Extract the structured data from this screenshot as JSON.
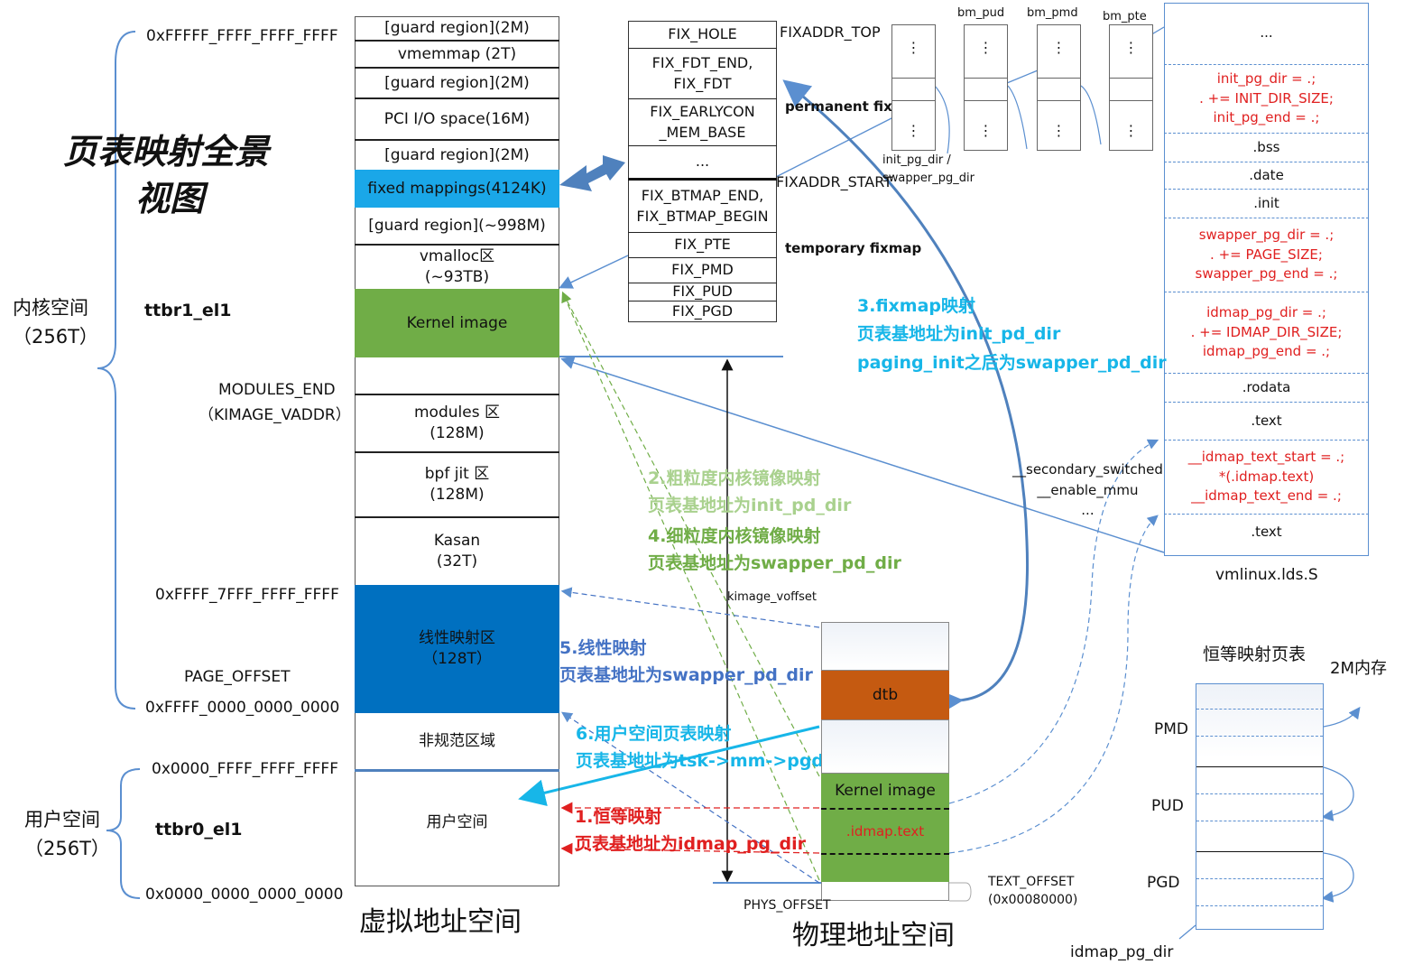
{
  "title_line1": "页表映射全景",
  "title_line2": "视图",
  "kernel_space": {
    "label": "内核空间",
    "size": "（256T）",
    "reg": "ttbr1_el1"
  },
  "user_space": {
    "label": "用户空间",
    "size": "（256T）",
    "reg": "ttbr0_el1"
  },
  "addresses": {
    "top": "0xFFFFF_FFFF_FFFF_FFFF",
    "modules_end": "MODULES_END",
    "kimage_vaddr": "（KIMAGE_VADDR）",
    "linear_top": "0xFFFF_7FFF_FFFF_FFFF",
    "page_offset": "PAGE_OFFSET",
    "kernel_bottom": "0xFFFF_0000_0000_0000",
    "user_top": "0x0000_FFFF_FFFF_FFFF",
    "user_bottom": "0x0000_0000_0000_0000"
  },
  "virtual_regions": [
    {
      "label": "[guard region](2M)",
      "color": "#eef2f8"
    },
    {
      "label": "vmemmap (2T)",
      "color": "#eef2f8"
    },
    {
      "label": "[guard region](2M)",
      "color": "#eef2f8"
    },
    {
      "label": "PCI I/O space(16M)",
      "color": "#eef2f8"
    },
    {
      "label": "[guard region](2M)",
      "color": "#eef2f8"
    },
    {
      "label": "fixed mappings(4124K)",
      "color": "#1aa7e8"
    },
    {
      "label": "[guard region](~998M)",
      "color": "#eef2f8"
    },
    {
      "label": "vmalloc区\n(~93TB)",
      "color": "#eef2f8"
    },
    {
      "label": "Kernel image",
      "color": "#70ad47"
    },
    {
      "label": "",
      "color": "#eef2f8"
    },
    {
      "label": "modules 区\n(128M)",
      "color": "#ffffff"
    },
    {
      "label": "bpf jit 区\n(128M)",
      "color": "#ffffff"
    },
    {
      "label": "Kasan\n(32T)",
      "color": "#ffffff"
    },
    {
      "label": "线性映射区\n（128T）",
      "color": "#0070c0"
    },
    {
      "label": "非规范区域",
      "color": "#ffffff"
    },
    {
      "label": "用户空间",
      "color": "#ffffff"
    }
  ],
  "virtual_caption": "虚拟地址空间",
  "fixmap": {
    "rows": [
      "FIX_HOLE",
      "FIX_FDT_END,\nFIX_FDT",
      "FIX_EARLYCON\n_MEM_BASE",
      "...",
      "FIX_BTMAP_END,\nFIX_BTMAP_BEGIN",
      "FIX_PTE",
      "FIX_PMD",
      "FIX_PUD",
      "FIX_PGD"
    ],
    "top_label": "FIXADDR_TOP",
    "permanent": "permanent fixm",
    "start_label": "FIXADDR_START",
    "temporary": "temporary fixmap"
  },
  "page_tables": {
    "levels": [
      "bm_pud",
      "bm_pmd",
      "bm_pte"
    ],
    "dots": "⋮",
    "caption": "init_pg_dir /\nswapper_pg_dir"
  },
  "lds": {
    "rows": [
      {
        "text": "...",
        "red": false
      },
      {
        "text": "init_pg_dir = .;\n. += INIT_DIR_SIZE;\ninit_pg_end = .;",
        "red": true
      },
      {
        "text": ".bss",
        "red": false
      },
      {
        "text": ".date",
        "red": false
      },
      {
        "text": ".init",
        "red": false
      },
      {
        "text": "swapper_pg_dir = .;\n. += PAGE_SIZE;\nswapper_pg_end = .;",
        "red": true
      },
      {
        "text": "idmap_pg_dir = .;\n. += IDMAP_DIR_SIZE;\nidmap_pg_end = .;",
        "red": true
      },
      {
        "text": ".rodata",
        "red": false
      },
      {
        "text": ".text",
        "red": false
      },
      {
        "text": "__idmap_text_start = .;\n*(.idmap.text)\n__idmap_text_end = .;",
        "red": true
      },
      {
        "text": ".text",
        "red": false
      }
    ],
    "caption": "vmlinux.lds.S"
  },
  "secondary": "__secondary_switched\n__enable_mmu\n...",
  "annotations": {
    "fixmap_map": "3.fixmap映射\n页表基地址为init_pd_dir\npaging_init之后为swapper_pd_dir",
    "coarse": "2.粗粒度内核镜像映射\n页表基地址为init_pd_dir",
    "fine": "4.细粒度内核镜像映射\n页表基地址为swapper_pd_dir",
    "kimage_voffset": "kimage_voffset",
    "linear": "5.线性映射\n页表基地址为swapper_pd_dir",
    "user": "6.用户空间页表映射\n页表基地址为tsk->mm->pgd",
    "identity": "1.恒等映射\n页表基地址为idmap_pg_dir"
  },
  "physical": {
    "rows": [
      "",
      "dtb",
      "",
      "Kernel image",
      ".idmap.text",
      ""
    ],
    "text_offset": "TEXT_OFFSET\n(0x00080000)",
    "phys_offset": "PHYS_OFFSET",
    "caption": "物理地址空间"
  },
  "identity_table": {
    "title": "恒等映射页表",
    "mem": "2M内存",
    "pmd": "PMD",
    "pud": "PUD",
    "pgd": "PGD",
    "caption": "idmap_pg_dir"
  },
  "colors": {
    "blue_line": "#5b8fd0",
    "green_dash": "#70ad47",
    "red_dash": "#e02020",
    "cyan": "#17b6e8",
    "light_green": "#a9d18e",
    "dark_green": "#70ad47",
    "dtb": "#c55a11",
    "linear_text": "#4472c4"
  }
}
